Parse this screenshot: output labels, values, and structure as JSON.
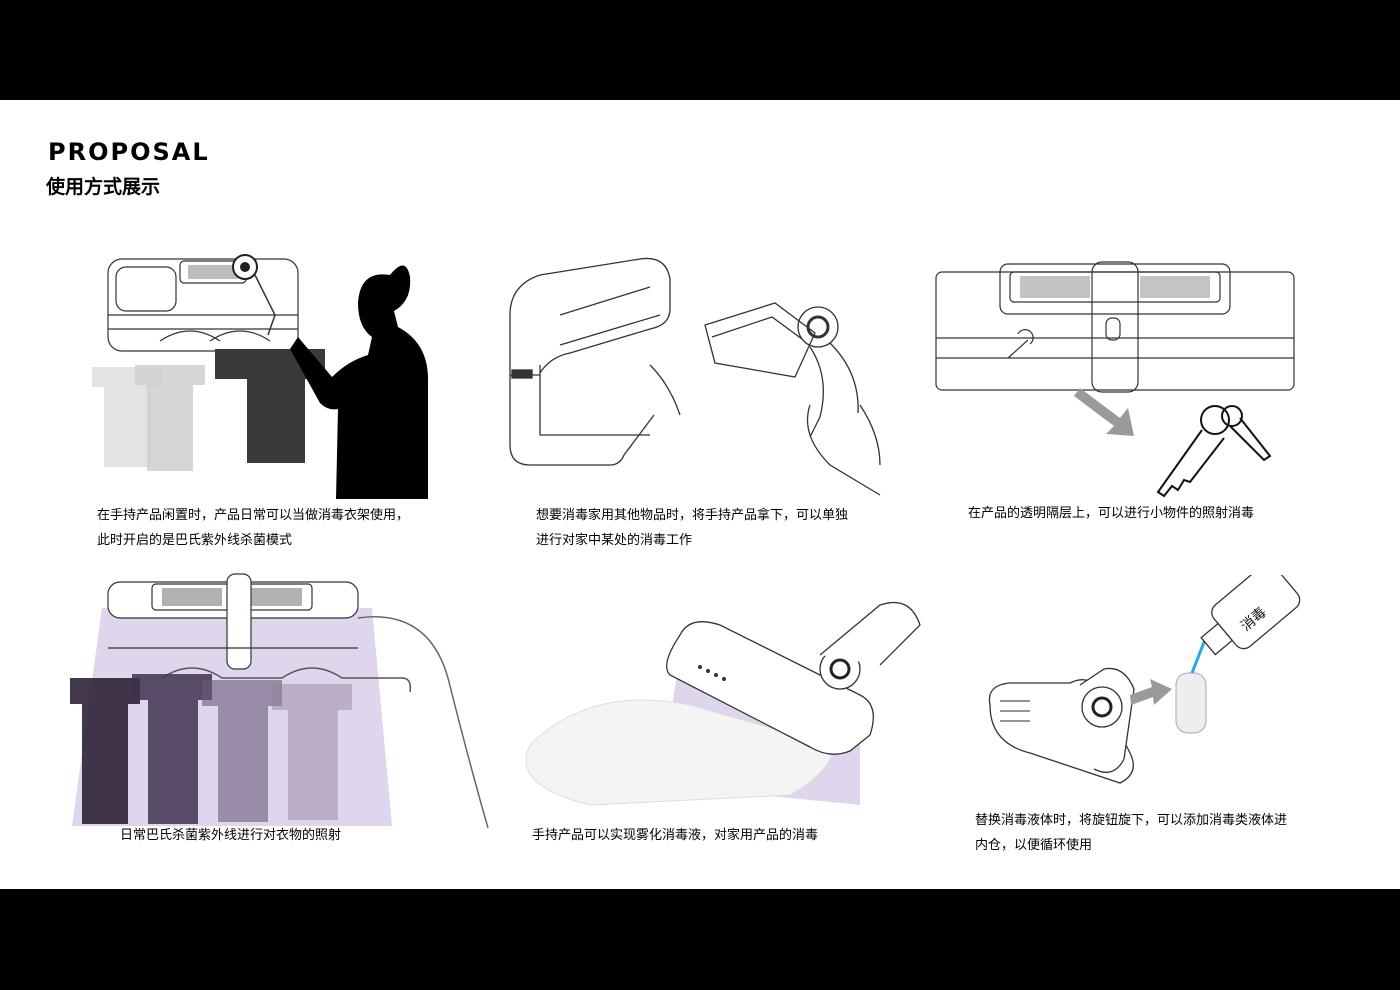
{
  "header": {
    "title": "PROPOSAL",
    "subtitle": "使用方式展示"
  },
  "panels": [
    {
      "lines": [
        "在手持产品闲置时，产品日常可以当做消毒衣架使用，",
        "此时开启的是巴氏紫外线杀菌模式"
      ]
    },
    {
      "lines": [
        "想要消毒家用其他物品时，将手持产品拿下，可以单独",
        "进行对家中某处的消毒工作"
      ]
    },
    {
      "lines": [
        "在产品的透明隔层上，可以进行小物件的照射消毒"
      ]
    },
    {
      "lines": [
        "日常巴氏杀菌紫外线进行对衣物的照射"
      ]
    },
    {
      "lines": [
        "手持产品可以实现雾化消毒液，对家用产品的消毒"
      ]
    },
    {
      "lines": [
        "替换消毒液体时，将旋钮旋下，可以添加消毒类液体进",
        "内仓，以便循环使用"
      ]
    }
  ],
  "bottle_label": "消毒",
  "colors": {
    "bars": "#000000",
    "uv_purple": "#b9a2d6",
    "arrow_gray": "#9a9a9a",
    "liquid_blue": "#2aa8e0"
  }
}
